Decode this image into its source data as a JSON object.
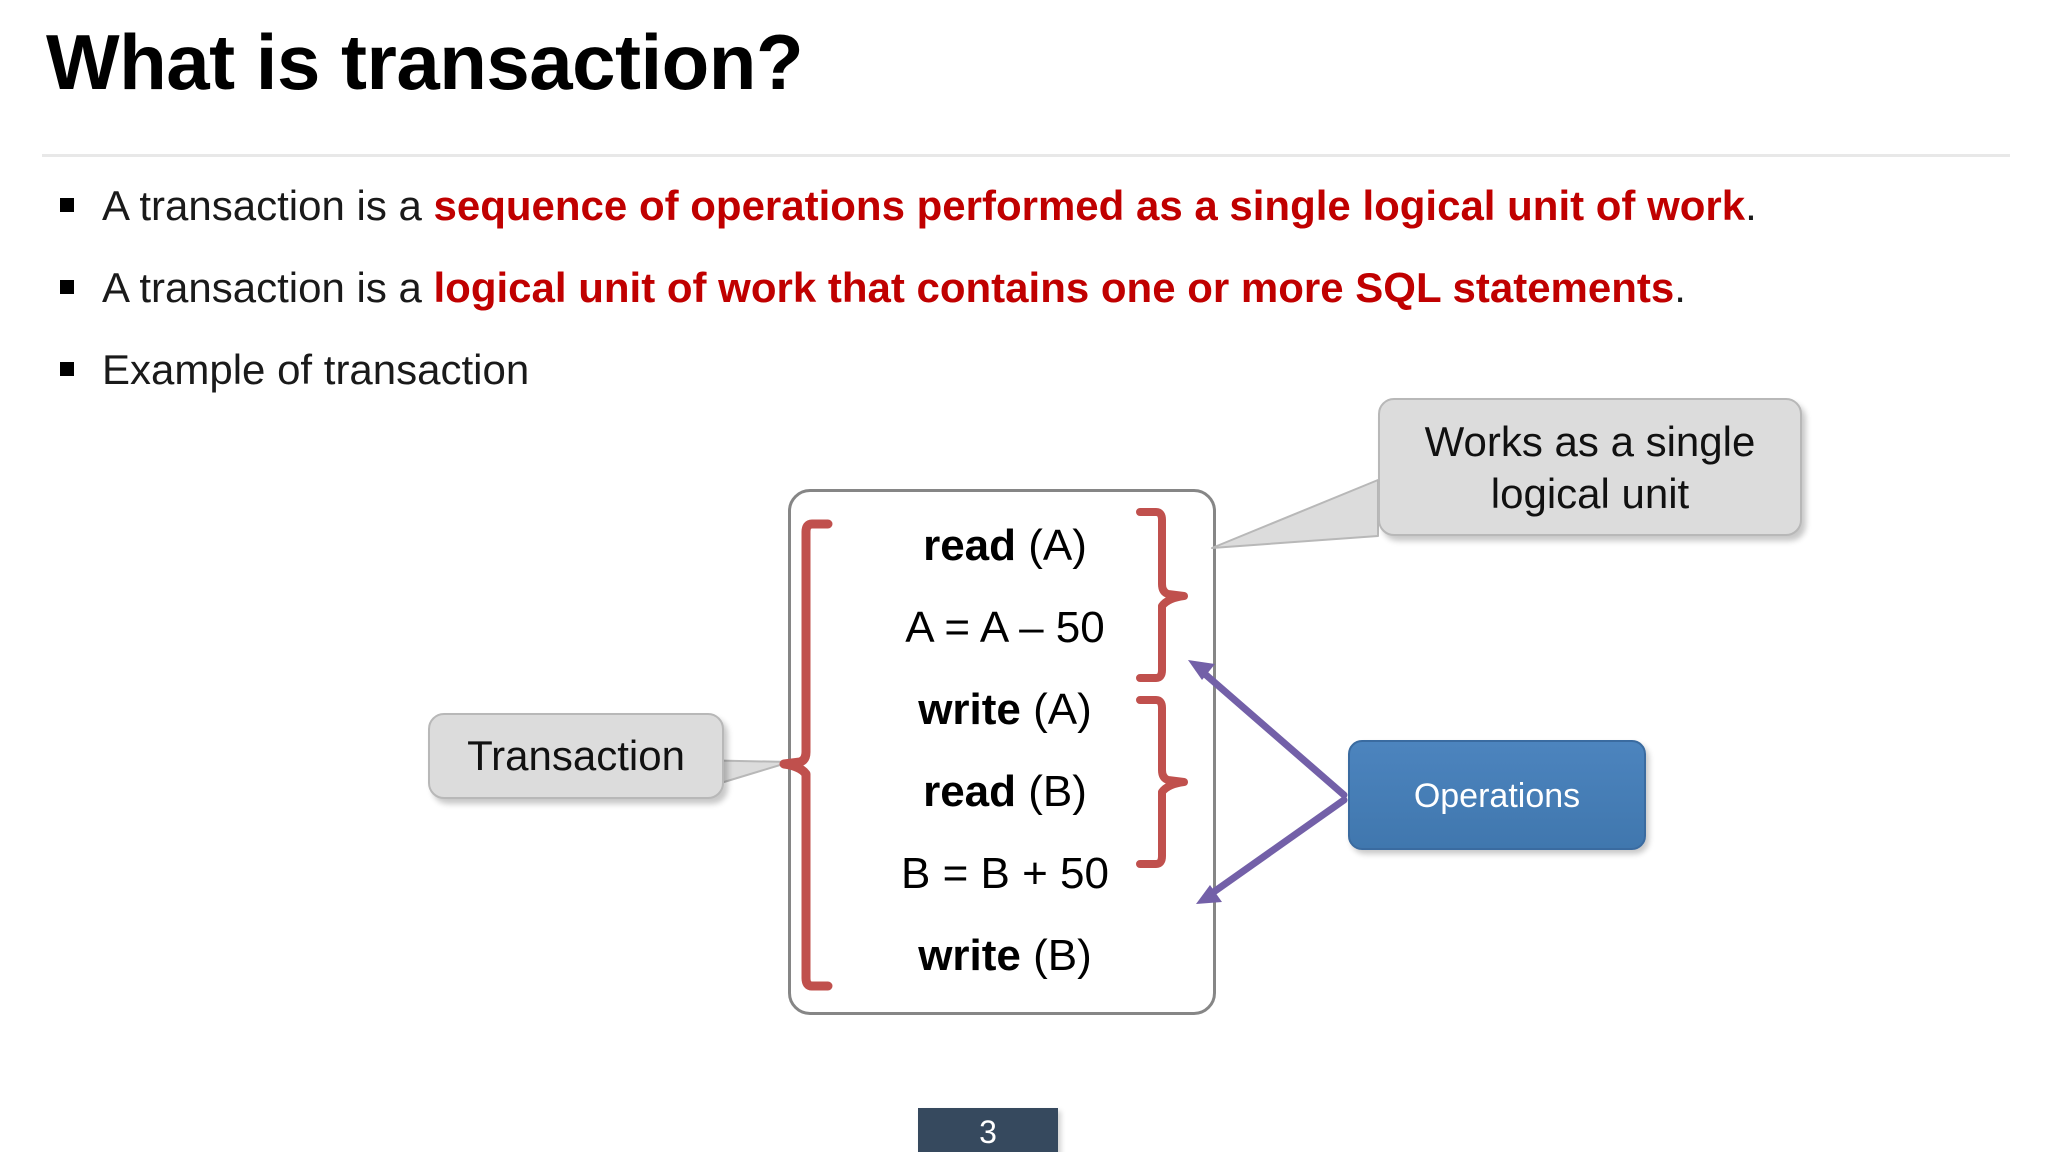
{
  "slide": {
    "title": "What is transaction?",
    "page_number": "3",
    "background_color": "#ffffff",
    "accent_red": "#C00000",
    "brace_red": "#C0504D",
    "callout_gray": "#DCDCDC",
    "ops_blue": "#4077AE",
    "badge_navy": "#36495E",
    "arrow_purple": "#7360A8"
  },
  "bullets": [
    {
      "marker": "square-bullet",
      "plain_prefix": "A transaction is a ",
      "highlight": "sequence of operations performed as a single logical unit of work",
      "plain_suffix": "."
    },
    {
      "marker": "square-bullet",
      "plain_prefix": "A transaction is a ",
      "highlight": "logical unit of work that contains one or more SQL statements",
      "plain_suffix": "."
    },
    {
      "marker": "square-bullet",
      "plain_prefix": "Example of transaction",
      "highlight": "",
      "plain_suffix": ""
    }
  ],
  "transaction_box": {
    "lines": [
      {
        "bold": "read",
        "rest": " (A)"
      },
      {
        "bold": "",
        "rest": "A = A – 50"
      },
      {
        "bold": "write",
        "rest": " (A)"
      },
      {
        "bold": "read",
        "rest": " (B)"
      },
      {
        "bold": "",
        "rest": "B = B + 50"
      },
      {
        "bold": "write",
        "rest": " (B)"
      }
    ]
  },
  "callouts": {
    "single_unit": {
      "line1": "Works as a single",
      "line2": "logical unit"
    },
    "transaction": {
      "label": "Transaction"
    }
  },
  "operations_box": {
    "label": "Operations"
  }
}
